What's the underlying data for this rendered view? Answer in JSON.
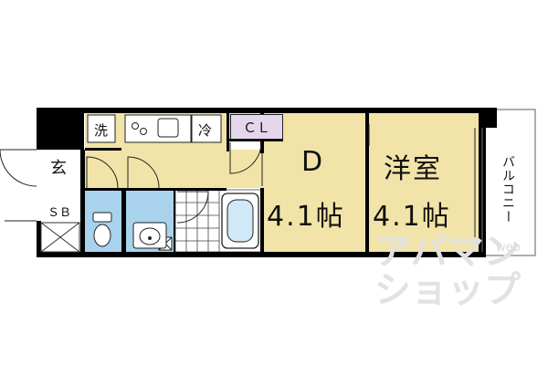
{
  "floor_plan": {
    "rooms": {
      "dining": {
        "name": "D",
        "size": "4.1帖"
      },
      "western_room": {
        "name": "洋室",
        "size": "4.1帖"
      }
    },
    "labels": {
      "washer": "洗",
      "fridge": "冷",
      "closet": "ＣＬ",
      "entrance": "玄",
      "shoe_box": "ＳＢ",
      "balcony": "バルコニー"
    },
    "watermark": {
      "line1": "アパマン",
      "line2": "ショップ",
      "web": "web"
    },
    "colors": {
      "room_fill": "#f2e4a8",
      "bath_fill": "#a9d3ec",
      "closet_fill": "#e6d6ec",
      "wall": "#000000"
    }
  }
}
